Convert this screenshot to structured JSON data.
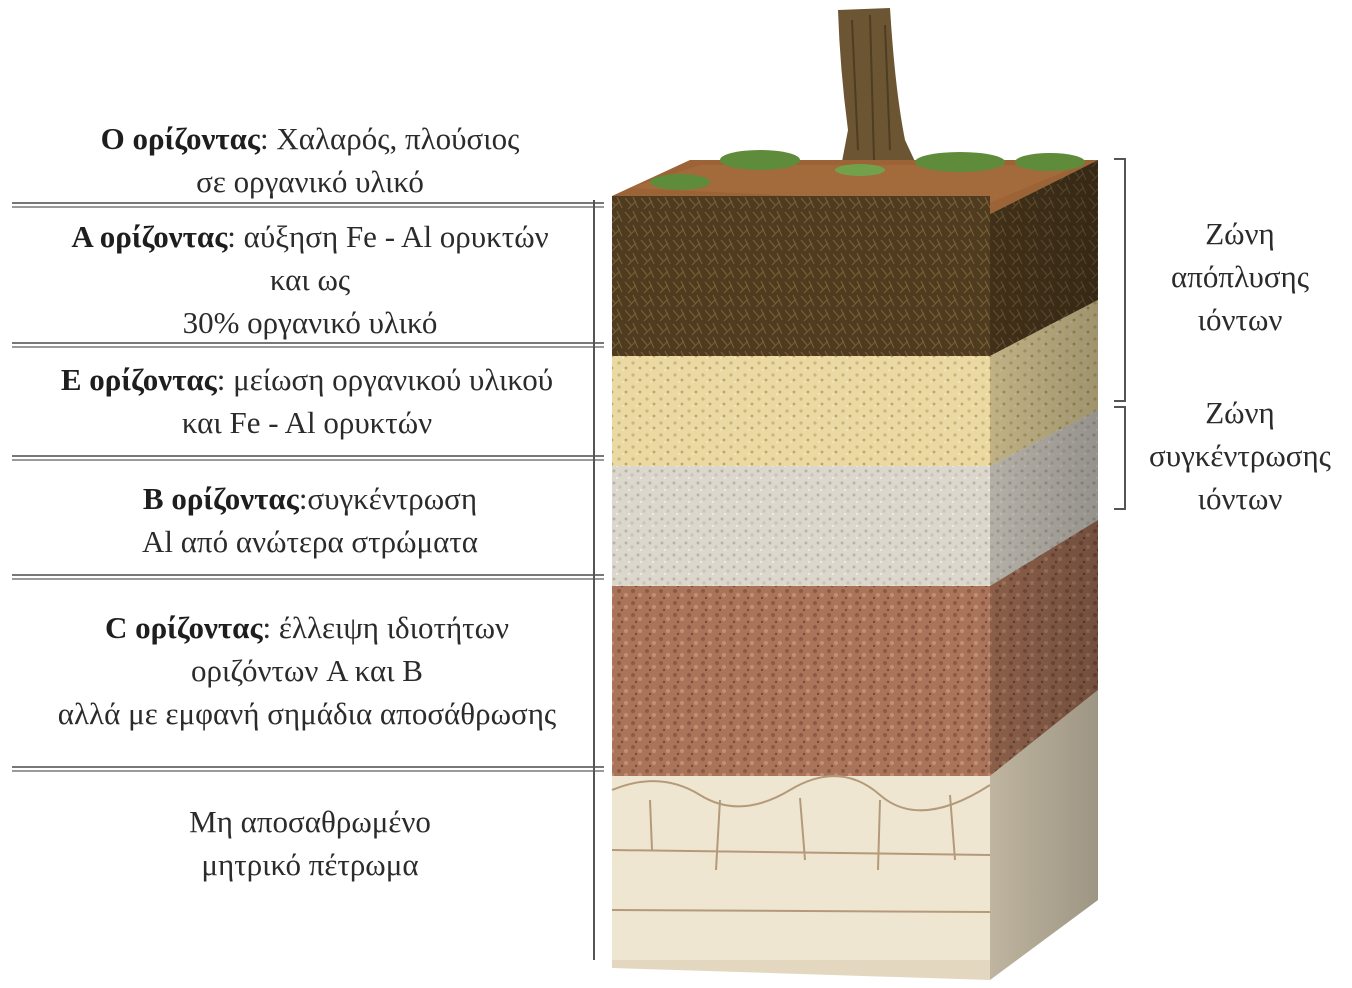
{
  "horizons": [
    {
      "name": "O ορίζοντας",
      "lines": [
        ": Χαλαρός, πλούσιος",
        "σε οργανικό υλικό"
      ]
    },
    {
      "name": "A ορίζοντας",
      "lines": [
        ": αύξηση Fe - Al ορυκτών",
        "και ως",
        "30% οργανικό υλικό"
      ]
    },
    {
      "name": "E ορίζοντας",
      "lines": [
        ": μείωση οργανικού υλικού",
        "και Fe - Al ορυκτών"
      ]
    },
    {
      "name": "B ορίζοντας",
      "lines": [
        ":συγκέντρωση",
        "Al από ανώτερα στρώματα"
      ]
    },
    {
      "name": "C ορίζοντας",
      "lines": [
        ": έλλειψη ιδιοτήτων",
        "οριζόντων A και B",
        "αλλά με εμφανή σημάδια αποσάθρωσης"
      ]
    },
    {
      "name": "",
      "lines": [
        "Μη αποσαθρωμένο",
        "μητρικό πέτρωμα"
      ]
    }
  ],
  "zones": {
    "leaching": [
      "Ζώνη",
      "απόπλυσης",
      "ιόντων"
    ],
    "accumulation": [
      "Ζώνη",
      "συγκέντρωσης",
      "ιόντων"
    ]
  },
  "colors": {
    "soil_top": "#8a5a2e",
    "horizon_a": "#4e3a1e",
    "horizon_e": "#e8d9a6",
    "horizon_b": "#d9d5cc",
    "horizon_c": "#a8735a",
    "bedrock": "#efe6d2",
    "grass": "#5f8c3a",
    "trunk": "#6b5532"
  }
}
